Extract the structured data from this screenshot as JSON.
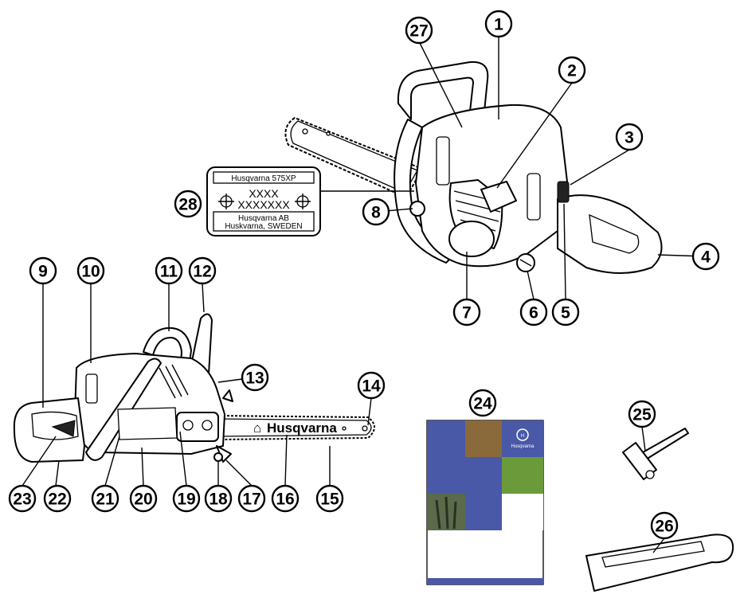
{
  "callouts": [
    {
      "label": "1"
    },
    {
      "label": "2"
    },
    {
      "label": "3"
    },
    {
      "label": "4"
    },
    {
      "label": "5"
    },
    {
      "label": "6"
    },
    {
      "label": "7"
    },
    {
      "label": "8"
    },
    {
      "label": "9"
    },
    {
      "label": "10"
    },
    {
      "label": "11"
    },
    {
      "label": "12"
    },
    {
      "label": "13"
    },
    {
      "label": "14"
    },
    {
      "label": "15"
    },
    {
      "label": "16"
    },
    {
      "label": "17"
    },
    {
      "label": "18"
    },
    {
      "label": "19"
    },
    {
      "label": "20"
    },
    {
      "label": "21"
    },
    {
      "label": "22"
    },
    {
      "label": "23"
    },
    {
      "label": "24"
    },
    {
      "label": "25"
    },
    {
      "label": "26"
    },
    {
      "label": "27"
    },
    {
      "label": "28"
    }
  ],
  "plate": {
    "model": "Husqvarna 575XP",
    "code1": "XXXX",
    "code2": "XXXXXXX",
    "company": "Husqvarna AB",
    "address": "Huskvarna, SWEDEN"
  },
  "bar_brand": "Husqvarna",
  "manual": {
    "brand": "Husqvarna",
    "colors": {
      "blue": "#4a58a8",
      "white": "#ffffff"
    }
  }
}
